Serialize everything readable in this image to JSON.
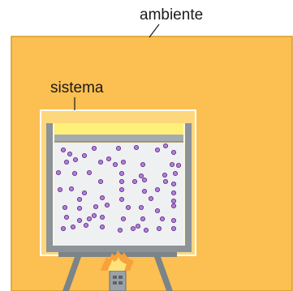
{
  "labels": {
    "ambiente": "ambiente",
    "sistema": "sistema"
  },
  "colors": {
    "ambiente_fill": "#fbbf52",
    "ambiente_stroke": "#d99a2b",
    "sistema_fill": "#fdd77c",
    "sistema_stroke": "#ffffff",
    "piston": "#fff07a",
    "gas_fill": "#eef0f2",
    "particle_fill": "#b57fd9",
    "particle_stroke": "#5e2f87",
    "flame_outer": "#f7a23a",
    "flame_inner": "#ffe27a"
  },
  "icons": [
    "container-with-piston",
    "gas-particles",
    "tripod-stand",
    "bunsen-burner",
    "flame"
  ]
}
